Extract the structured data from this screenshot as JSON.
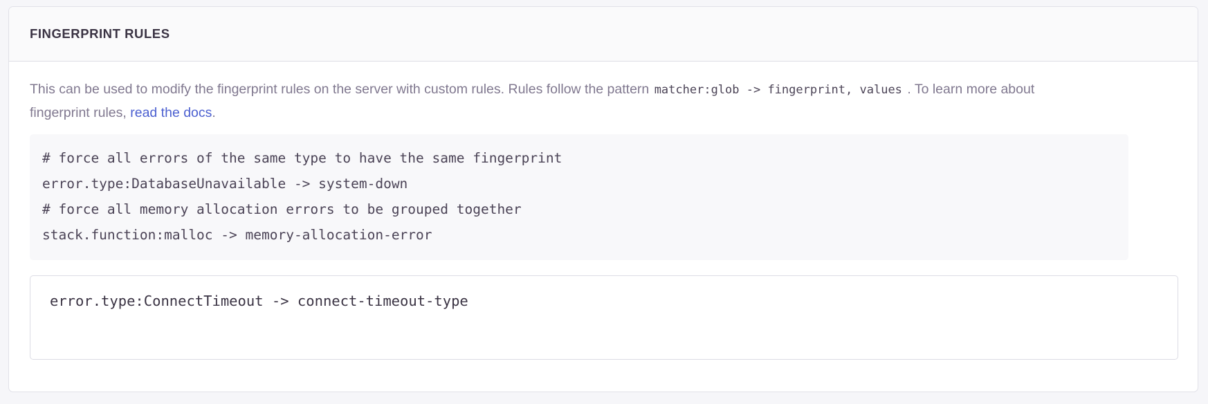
{
  "panel": {
    "header": {
      "title": "FINGERPRINT RULES"
    },
    "description": {
      "text_part_1": "This can be used to modify the fingerprint rules on the server with custom rules. Rules follow the pattern ",
      "code_1": "matcher:glob -> fingerprint, values",
      "text_part_2": " . To learn more about fingerprint rules, ",
      "link_label": "read the docs",
      "text_part_3": "."
    },
    "example_code": "# force all errors of the same type to have the same fingerprint\nerror.type:DatabaseUnavailable -> system-down\n# force all memory allocation errors to be grouped together\nstack.function:malloc -> memory-allocation-error",
    "rules_input": {
      "value": "error.type:ConnectTimeout -> connect-timeout-type",
      "placeholder": ""
    }
  },
  "colors": {
    "page_background": "#f6f6f9",
    "panel_background": "#ffffff",
    "panel_border": "#e1e1e8",
    "header_background": "#fafafb",
    "title_text": "#3a3343",
    "body_text": "#80788f",
    "code_text": "#4b4356",
    "code_block_background": "#f8f8fa",
    "link": "#4b5fd0",
    "input_border": "#dcdce4"
  }
}
